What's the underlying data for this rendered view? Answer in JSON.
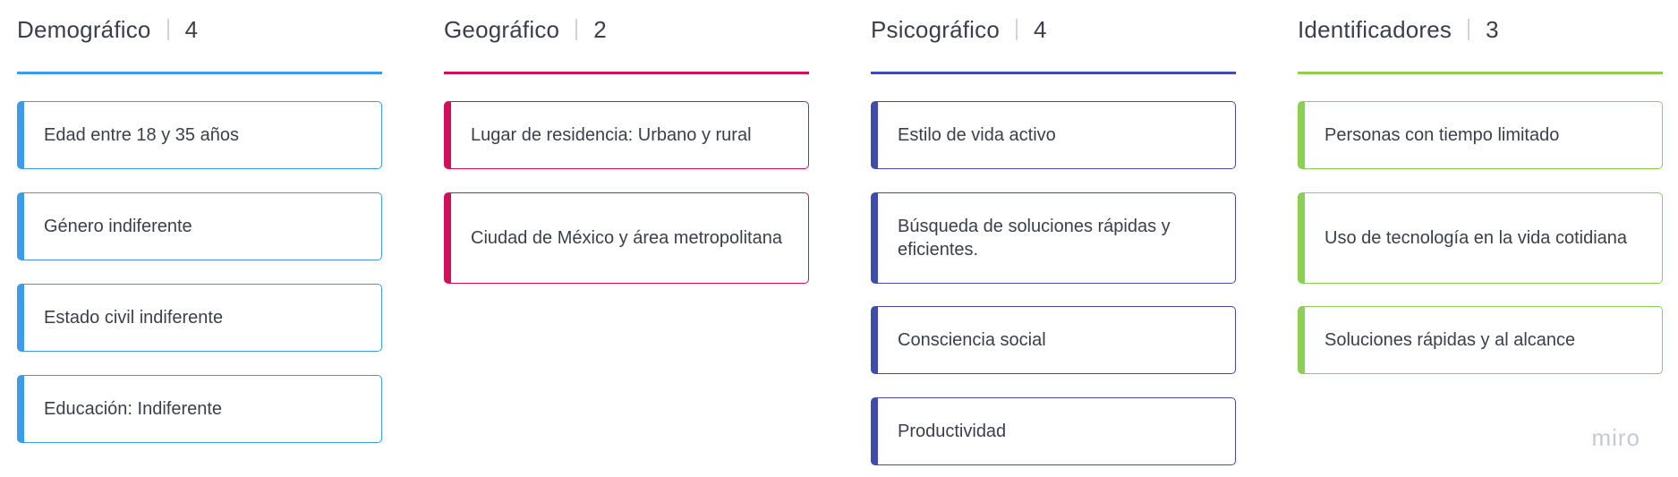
{
  "columns": [
    {
      "title": "Demográfico",
      "count": "4",
      "color": "#3d9be9",
      "cards": [
        "Edad entre 18 y 35 años",
        "Género indiferente",
        "Estado civil indiferente",
        "Educación: Indiferente"
      ]
    },
    {
      "title": "Geográfico",
      "count": "2",
      "color": "#d0105a",
      "cards": [
        "Lugar de residencia: Urbano y rural",
        "Ciudad de México y área metropolitana"
      ]
    },
    {
      "title": "Psicográfico",
      "count": "4",
      "color": "#3f4cae",
      "cards": [
        "Estilo de vida activo",
        "Búsqueda de soluciones rápidas y eficientes.",
        "Consciencia social",
        "Productividad"
      ]
    },
    {
      "title": "Identificadores",
      "count": "3",
      "color": "#8dcf55",
      "cards": [
        "Personas con tiempo limitado",
        "Uso de tecnología en la vida cotidiana",
        "Soluciones rápidas y al alcance"
      ]
    }
  ],
  "watermark": "miro"
}
